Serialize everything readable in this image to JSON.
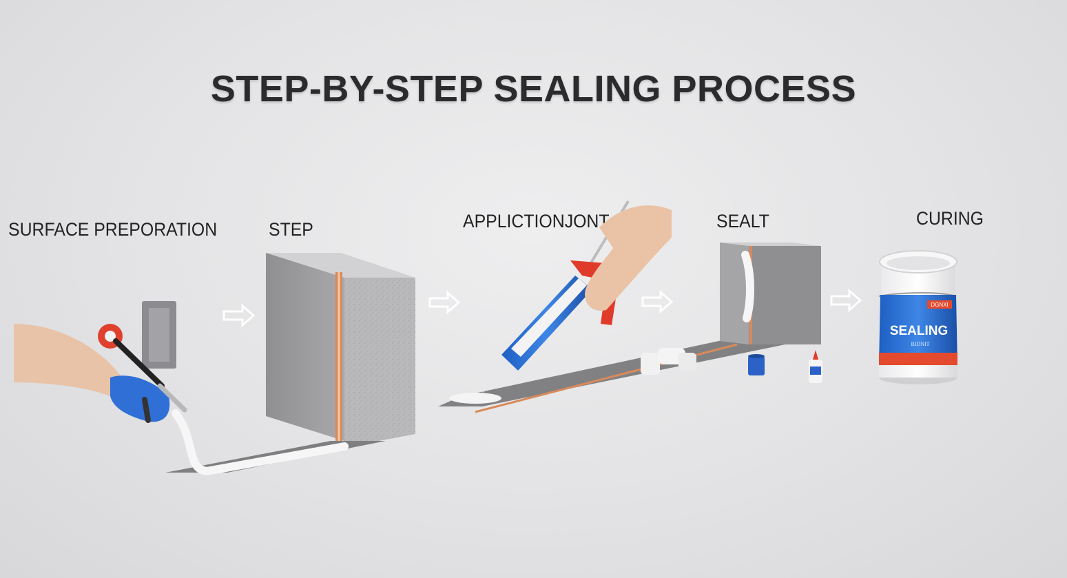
{
  "title": "STEP-BY-STEP SEALING PROCESS",
  "steps": [
    {
      "label": "SURFACE PREPORATION"
    },
    {
      "label": "STEP"
    },
    {
      "label": "APPLICTIONJONT"
    },
    {
      "label": "SEALT"
    },
    {
      "label": "CURING"
    }
  ],
  "bucket": {
    "brand": "DGNXI",
    "text": "SEALING",
    "subtext": "BIDNIT"
  },
  "colors": {
    "glove": "#2f6fd6",
    "gun": "#e03a2a",
    "tube": "#2d63c9",
    "joint": "#d98a5a",
    "concrete": "#9b9b9d"
  }
}
